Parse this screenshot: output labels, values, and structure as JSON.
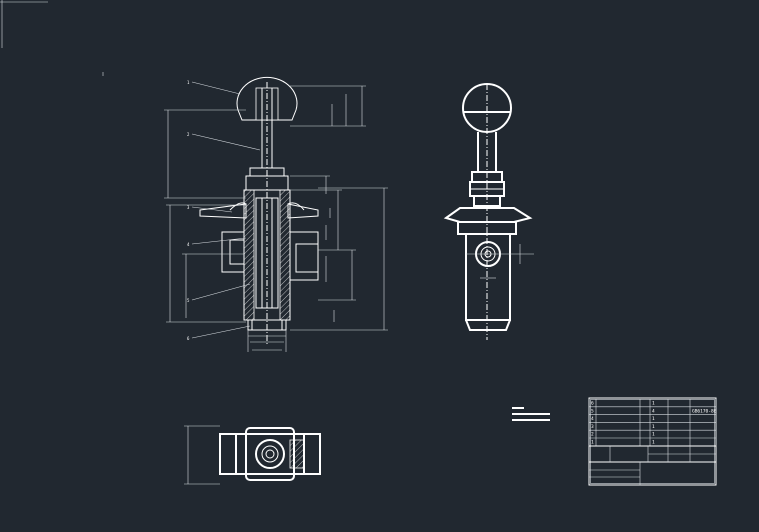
{
  "drawing": {
    "background_color": "#212830",
    "line_color": "#ffffff"
  },
  "balloons": [
    "1",
    "2",
    "3",
    "4",
    "5",
    "6"
  ],
  "title_block": {
    "rows": [
      [
        "6",
        "",
        "1",
        "",
        ""
      ],
      [
        "5",
        "",
        "4",
        "",
        "GB6170-86"
      ],
      [
        "4",
        "",
        "1",
        "",
        ""
      ],
      [
        "3",
        "",
        "1",
        "",
        ""
      ],
      [
        "2",
        "",
        "1",
        "",
        ""
      ],
      [
        "1",
        "",
        "1",
        "",
        ""
      ]
    ]
  }
}
